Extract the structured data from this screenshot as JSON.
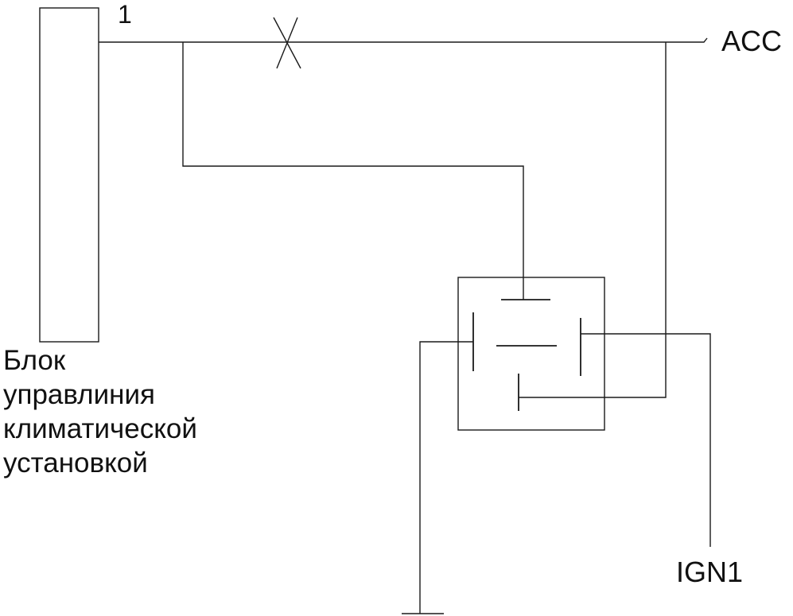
{
  "control_unit": {
    "label_lines": [
      "Блок",
      "управлиния",
      "климатической",
      "установкой"
    ],
    "pin_number": "1"
  },
  "terminals": {
    "acc": "ACC",
    "ign": "IGN1"
  }
}
